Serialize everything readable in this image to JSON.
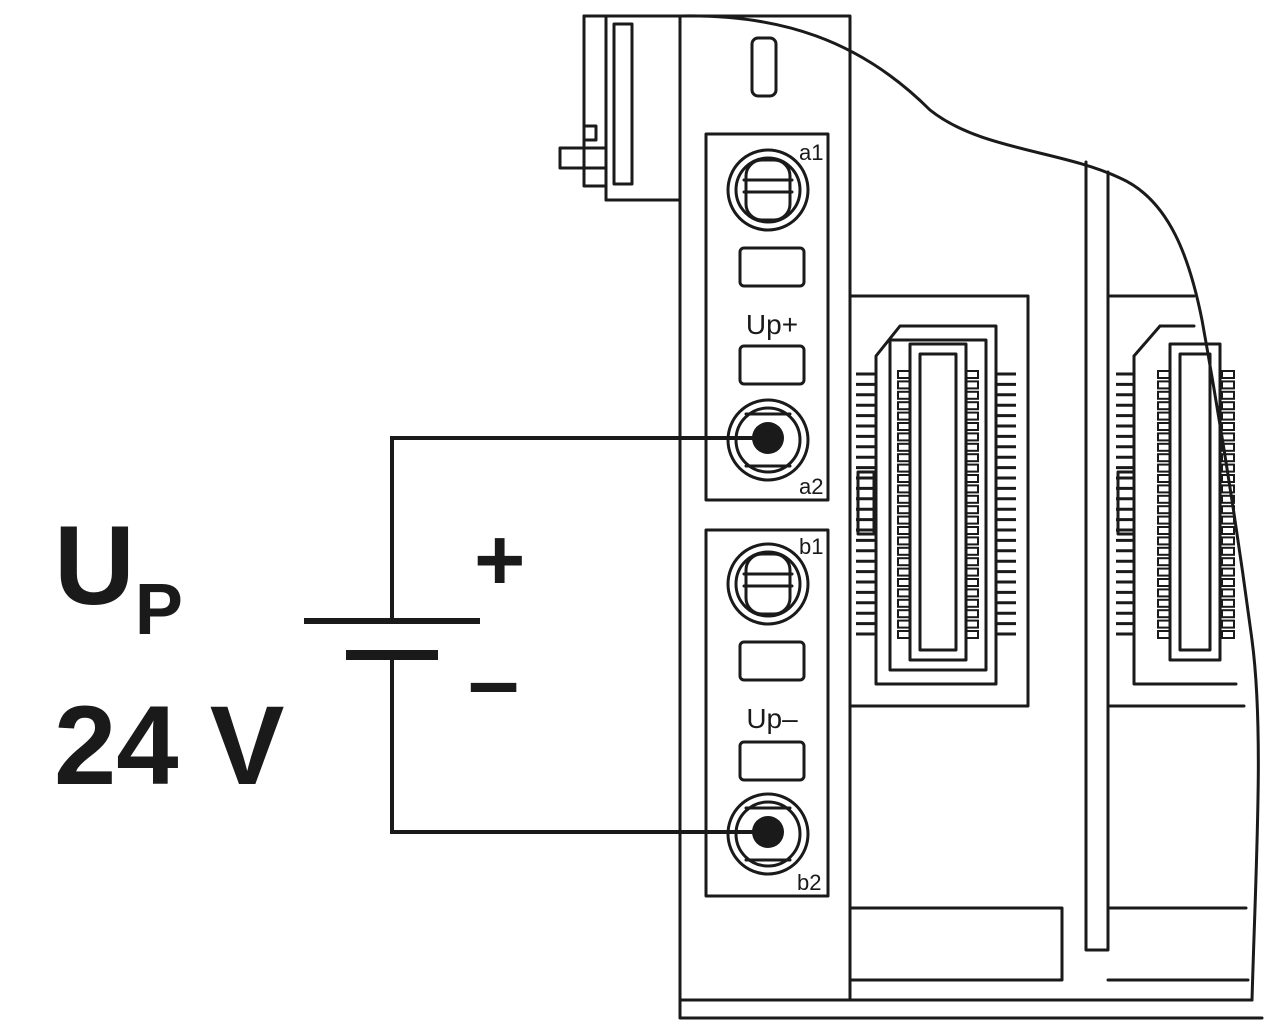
{
  "supply": {
    "symbol_main": "U",
    "symbol_sub": "P",
    "voltage": "24 V",
    "plus_sign": "+",
    "minus_sign": "–"
  },
  "module": {
    "group_upper": {
      "top_terminal": "a1",
      "middle_label": "Up+",
      "bottom_terminal": "a2"
    },
    "group_lower": {
      "top_terminal": "b1",
      "middle_label": "Up–",
      "bottom_terminal": "b2"
    }
  },
  "colors": {
    "line": "#1a1a1a",
    "background": "#ffffff"
  }
}
